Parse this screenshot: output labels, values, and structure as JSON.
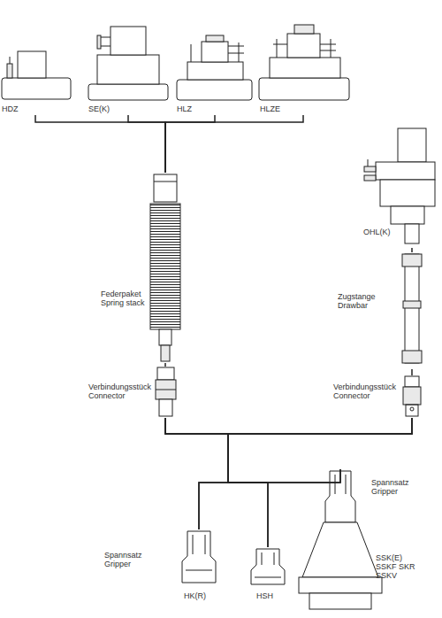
{
  "diagram": {
    "nodes": [
      {
        "text": [
          "HDZ"
        ]
      },
      {
        "text": [
          "SE(K)"
        ]
      },
      {
        "text": [
          "HLZ"
        ]
      },
      {
        "text": [
          "HLZE"
        ]
      },
      {
        "text": [
          "OHL(K)"
        ]
      },
      {
        "text": [
          "Federpaket Spring stack"
        ]
      },
      {
        "text": [
          "Zugstange Drawbar"
        ]
      },
      {
        "text": [
          "Verbindungsstück Connector"
        ]
      },
      {
        "text": [
          "Verbindungsstück Connector"
        ]
      },
      {
        "text": [
          "Spannsatz Gripper",
          "SSK(E) SSKF SKR SSKV"
        ]
      },
      {
        "text": [
          "HK(R)"
        ]
      },
      {
        "text": [
          "HSH"
        ]
      }
    ],
    "edges": [
      {
        "from": 0,
        "to": 5,
        "arrow": "none"
      },
      {
        "from": 1,
        "to": 5,
        "arrow": "none"
      },
      {
        "from": 2,
        "to": 5,
        "arrow": "none"
      },
      {
        "from": 3,
        "to": 5,
        "arrow": "none"
      },
      {
        "from": 4,
        "to": 6,
        "arrow": "none"
      },
      {
        "from": 5,
        "to": 7,
        "arrow": "none"
      },
      {
        "from": 6,
        "to": 8,
        "arrow": "none"
      },
      {
        "from": 7,
        "to": 9,
        "arrow": "none"
      },
      {
        "from": 7,
        "to": 10,
        "arrow": "none"
      },
      {
        "from": 7,
        "to": 11,
        "arrow": "none"
      },
      {
        "from": 8,
        "to": 9,
        "arrow": "none"
      },
      {
        "from": 8,
        "to": 10,
        "arrow": "none"
      },
      {
        "from": 8,
        "to": 11,
        "arrow": "none"
      }
    ],
    "labels": [
      "Spannsatz Gripper"
    ]
  }
}
